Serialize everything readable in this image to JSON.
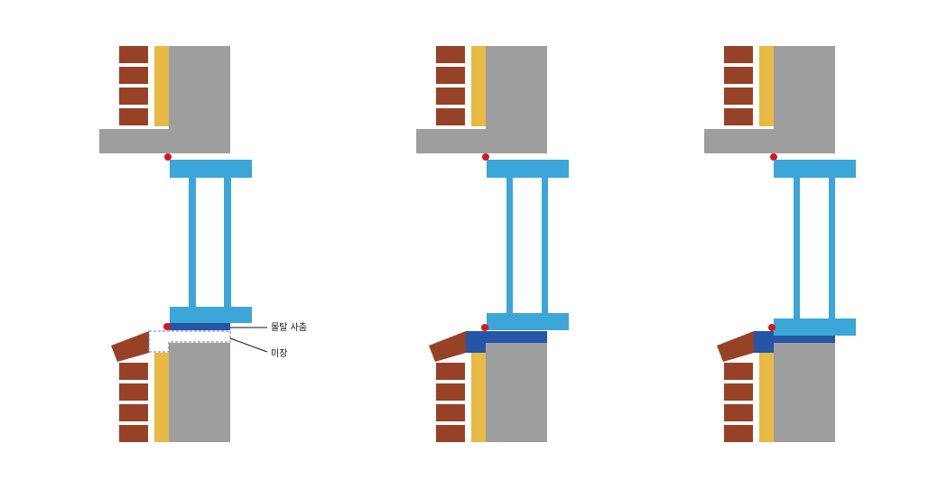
{
  "labels": {
    "mortar_fill": "몰탈 사춤",
    "plaster": "미장"
  },
  "colors": {
    "brick": "#974126",
    "insulation": "#e8b945",
    "concrete": "#9e9e9e",
    "window_frame": "#3ba6d7",
    "mortar": "#2455a6",
    "point": "#d9151c",
    "dashed": "#5a7ab8"
  },
  "panels": [
    {
      "variant": "before-mortar"
    },
    {
      "variant": "mortar-filled"
    },
    {
      "variant": "mortar-filled-raised"
    }
  ]
}
